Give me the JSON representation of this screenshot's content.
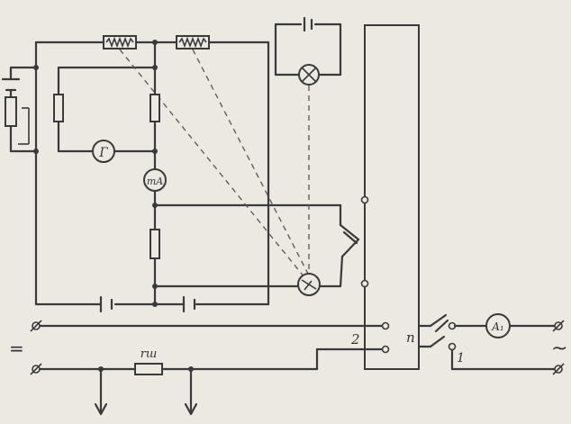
{
  "labels": {
    "galvanometer": "Г",
    "milliammeter": "mA",
    "ammeter": "A₁",
    "terminal_2": "2",
    "terminal_1": "1",
    "switch_p": "п",
    "shunt_resistor": "rш",
    "dc_symbol": "=",
    "ac_symbol": "~"
  }
}
